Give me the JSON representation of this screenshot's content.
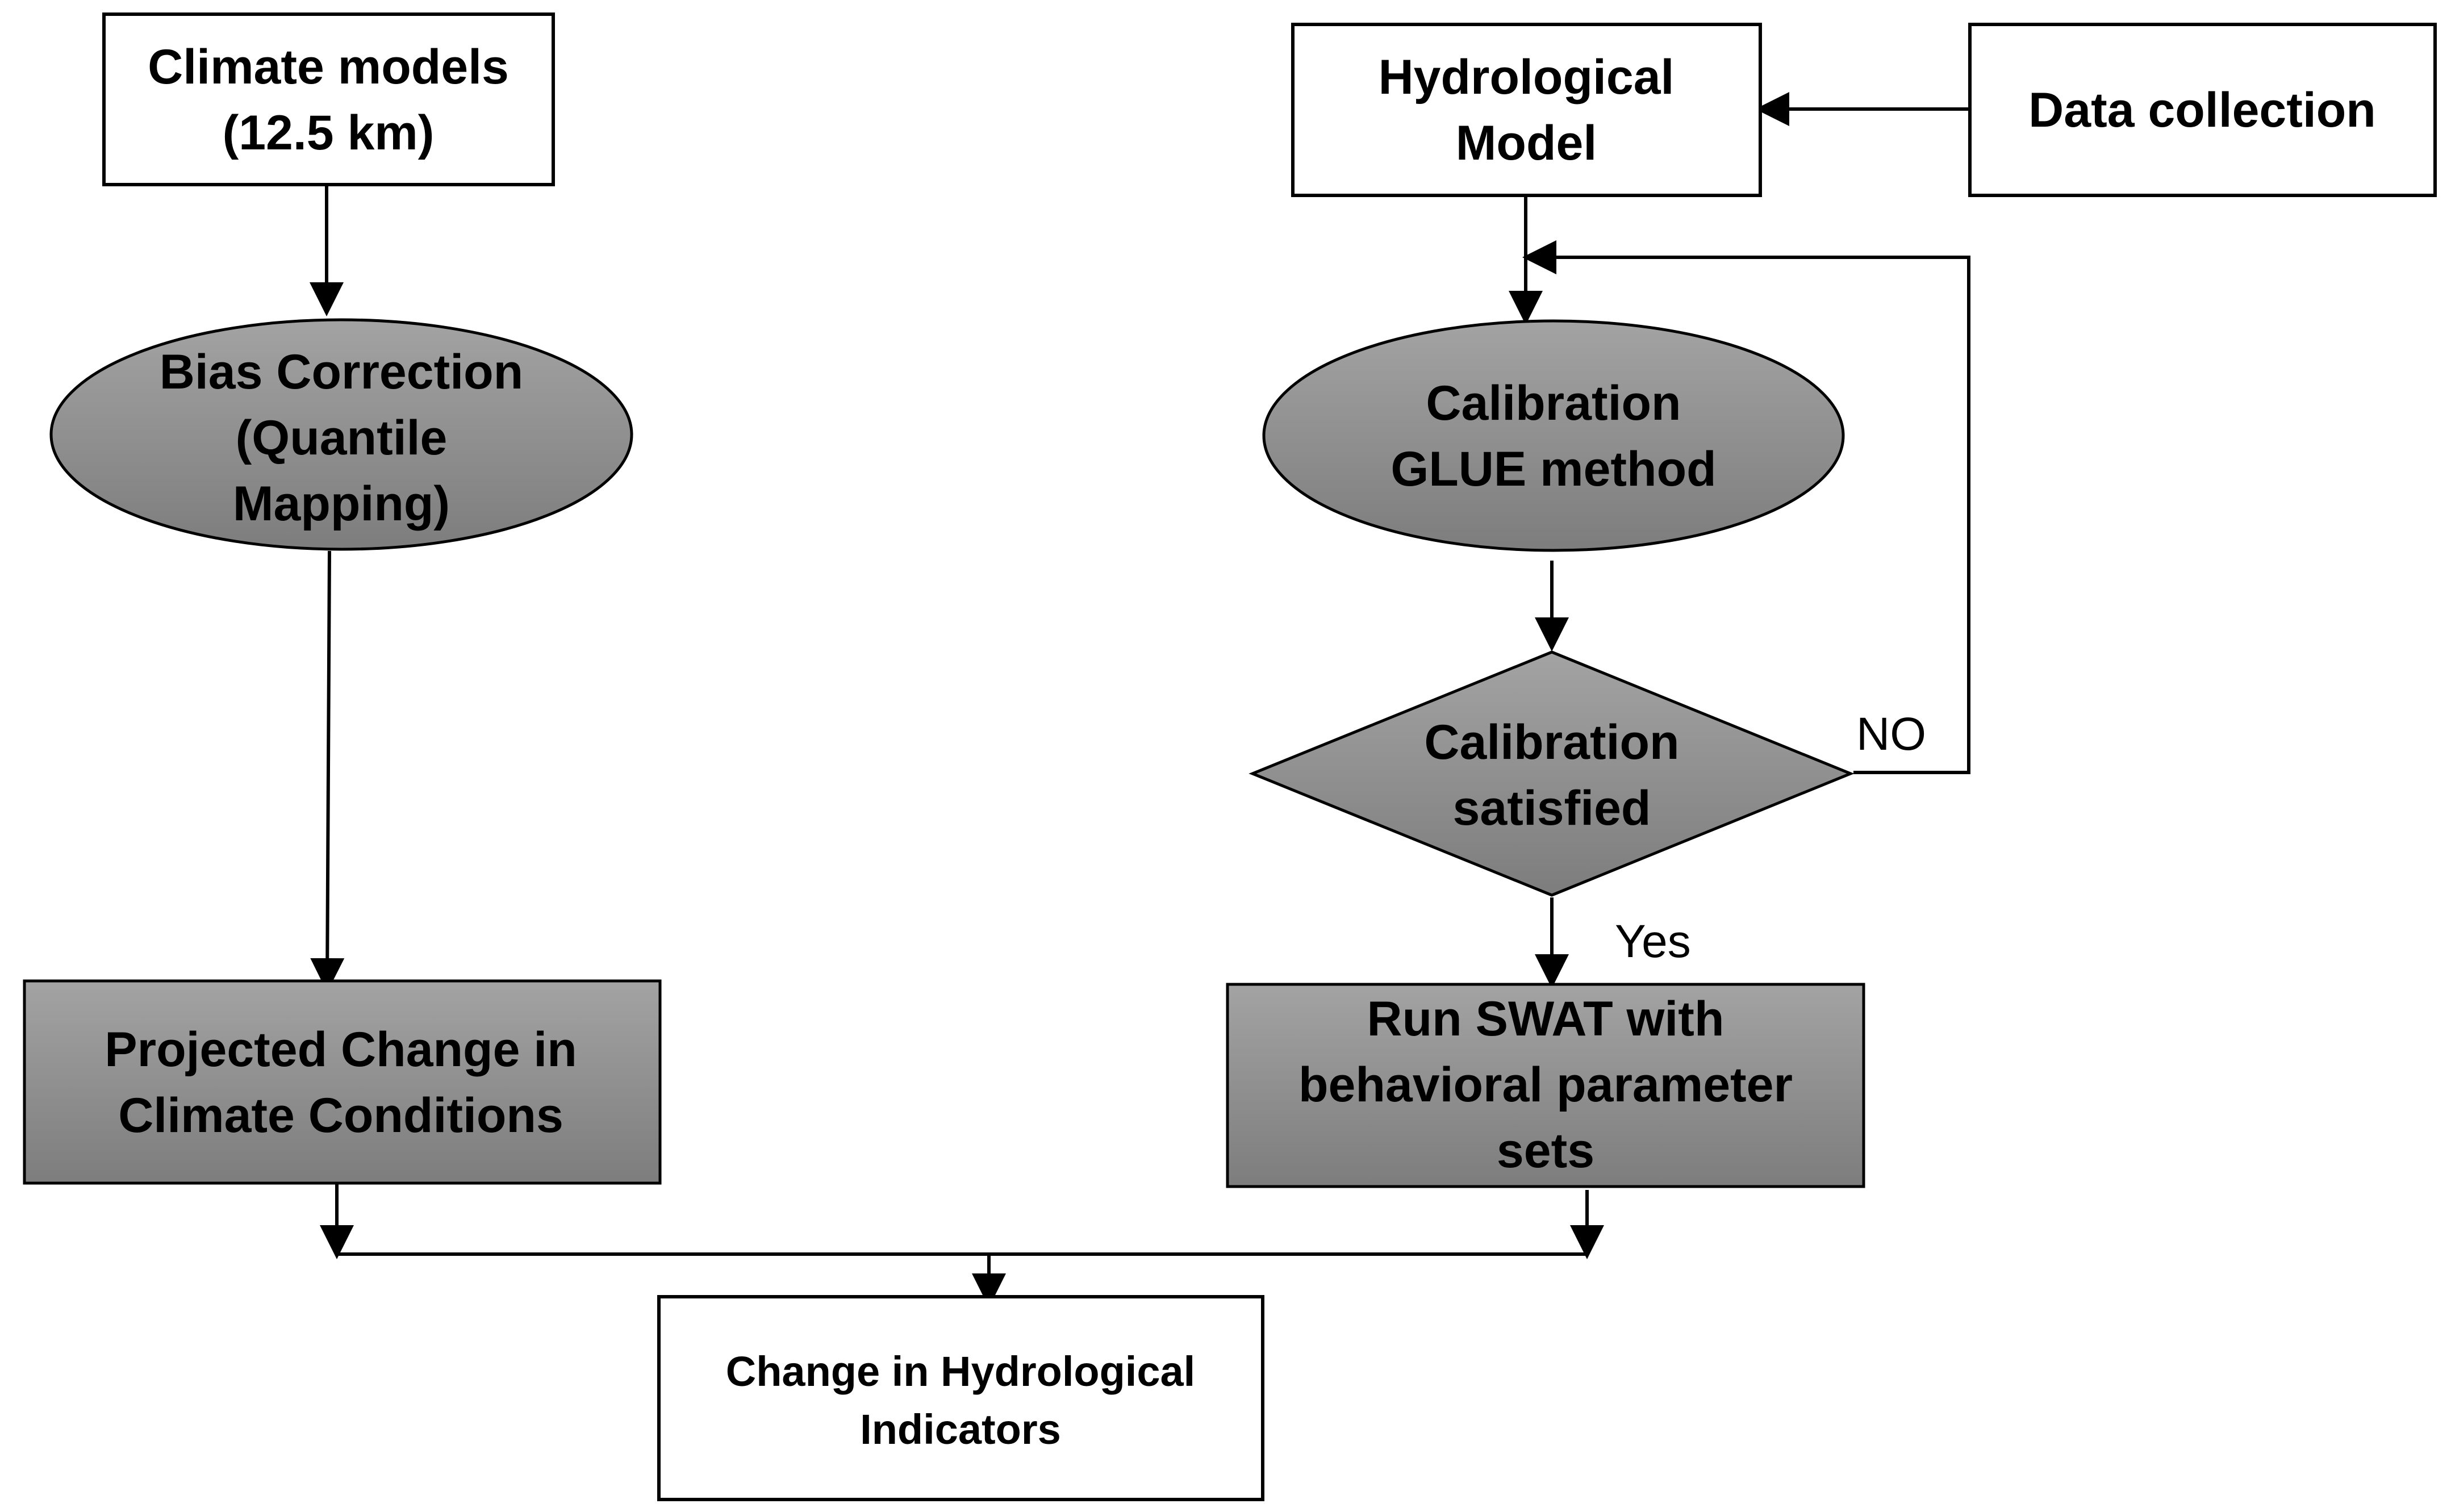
{
  "diagram": {
    "nodes": {
      "climate_models": {
        "lines": [
          "Climate models",
          "(12.5 km)"
        ]
      },
      "bias_correction": {
        "lines": [
          "Bias Correction",
          "(Quantile",
          "Mapping)"
        ]
      },
      "projected_change": {
        "lines": [
          "Projected Change in",
          "Climate Conditions"
        ]
      },
      "hydrological_model": {
        "lines": [
          "Hydrological",
          "Model"
        ]
      },
      "data_collection": {
        "lines": [
          "Data collection"
        ]
      },
      "calibration_glue": {
        "lines": [
          "Calibration",
          "GLUE method"
        ]
      },
      "calibration_satisfied": {
        "lines": [
          "Calibration",
          "satisfied"
        ]
      },
      "run_swat": {
        "lines": [
          "Run SWAT with",
          "behavioral parameter",
          "sets"
        ]
      },
      "change_hydrological": {
        "lines": [
          "Change in Hydrological",
          "Indicators"
        ]
      }
    },
    "edge_labels": {
      "no": "NO",
      "yes": "Yes"
    },
    "colors": {
      "box_fill_white": "#ffffff",
      "shape_fill_gray": "#8c8c8c",
      "gradient_light": "#a6a6a6",
      "gradient_dark": "#7a7a7a",
      "stroke": "#000000",
      "text": "#000000"
    }
  }
}
